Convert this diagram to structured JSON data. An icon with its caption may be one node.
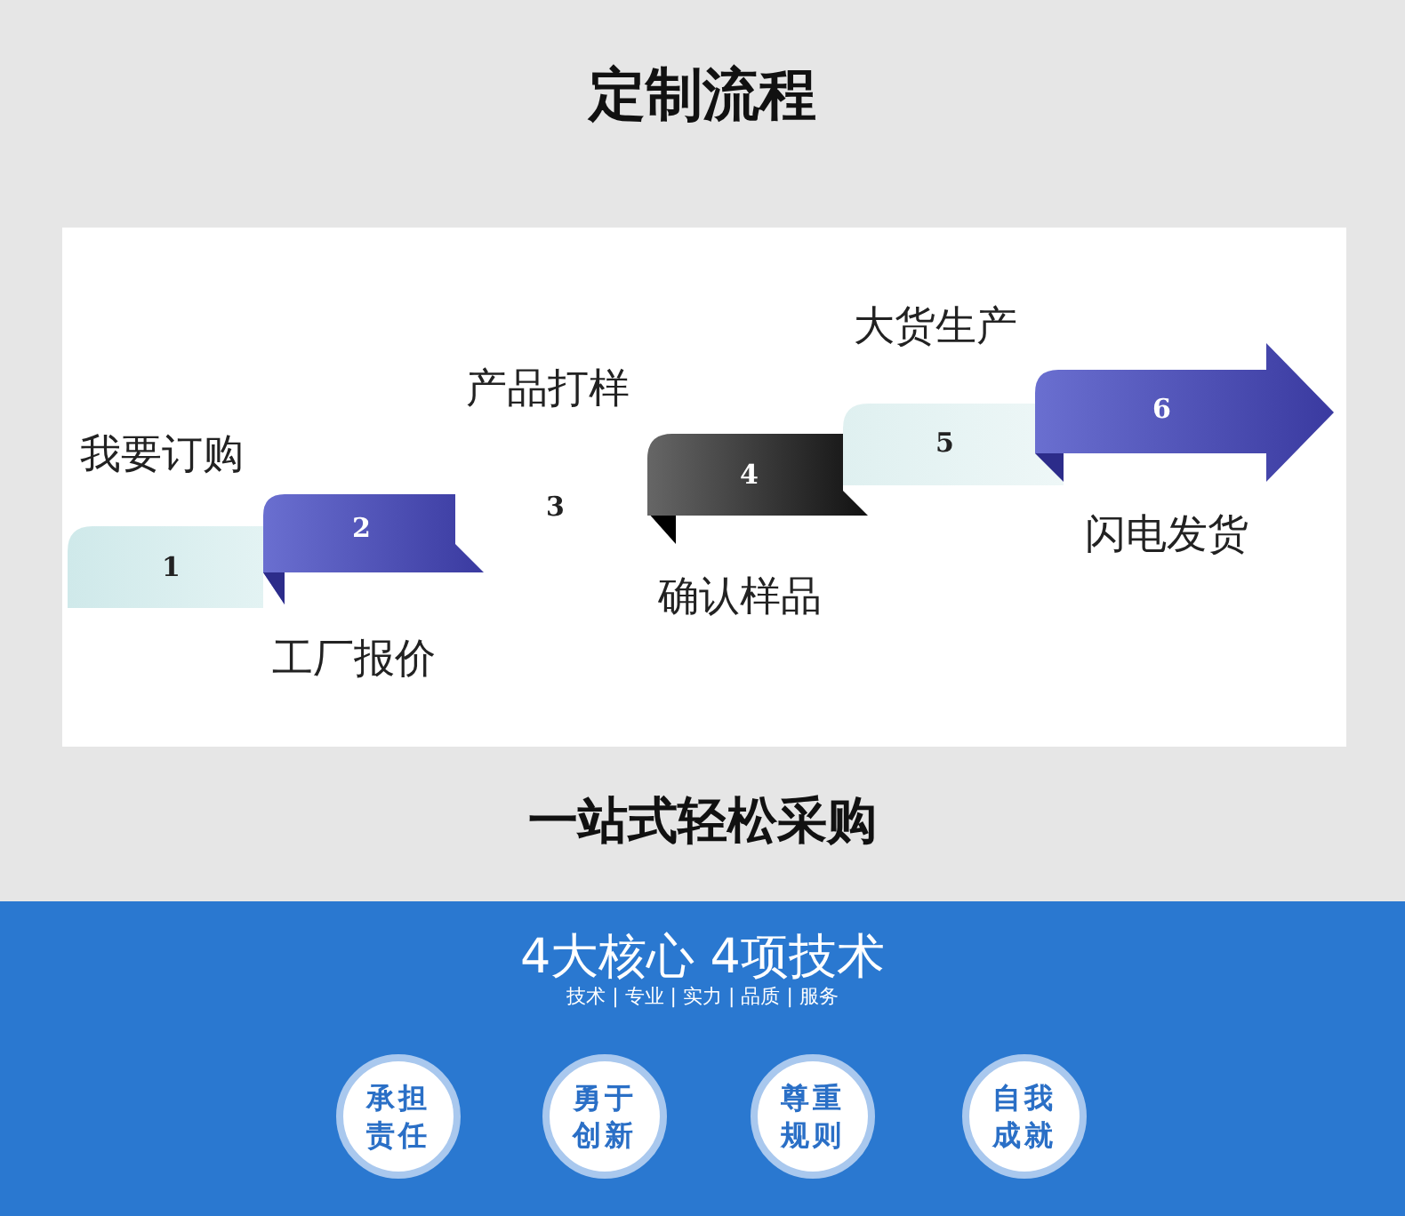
{
  "diagram": {
    "title": "定制流程",
    "nodes": [
      {
        "text": [
          "1"
        ]
      },
      {
        "text": [
          "2"
        ]
      },
      {
        "text": [
          "3"
        ]
      },
      {
        "text": [
          "4"
        ]
      },
      {
        "text": [
          "5"
        ]
      },
      {
        "text": [
          "6"
        ]
      },
      {
        "text": [
          "承担责任"
        ]
      },
      {
        "text": [
          "勇于创新"
        ]
      },
      {
        "text": [
          "尊重规则"
        ]
      },
      {
        "text": [
          "自我成就"
        ]
      }
    ],
    "labels": [
      "大货生产",
      "产品打样",
      "我要订购",
      "闪电发货",
      "确认样品",
      "工厂报价",
      "一站式轻松采购",
      "4大核心 4项技术",
      "技术 | 专业 | 实力 | 品质 | 服务"
    ]
  }
}
